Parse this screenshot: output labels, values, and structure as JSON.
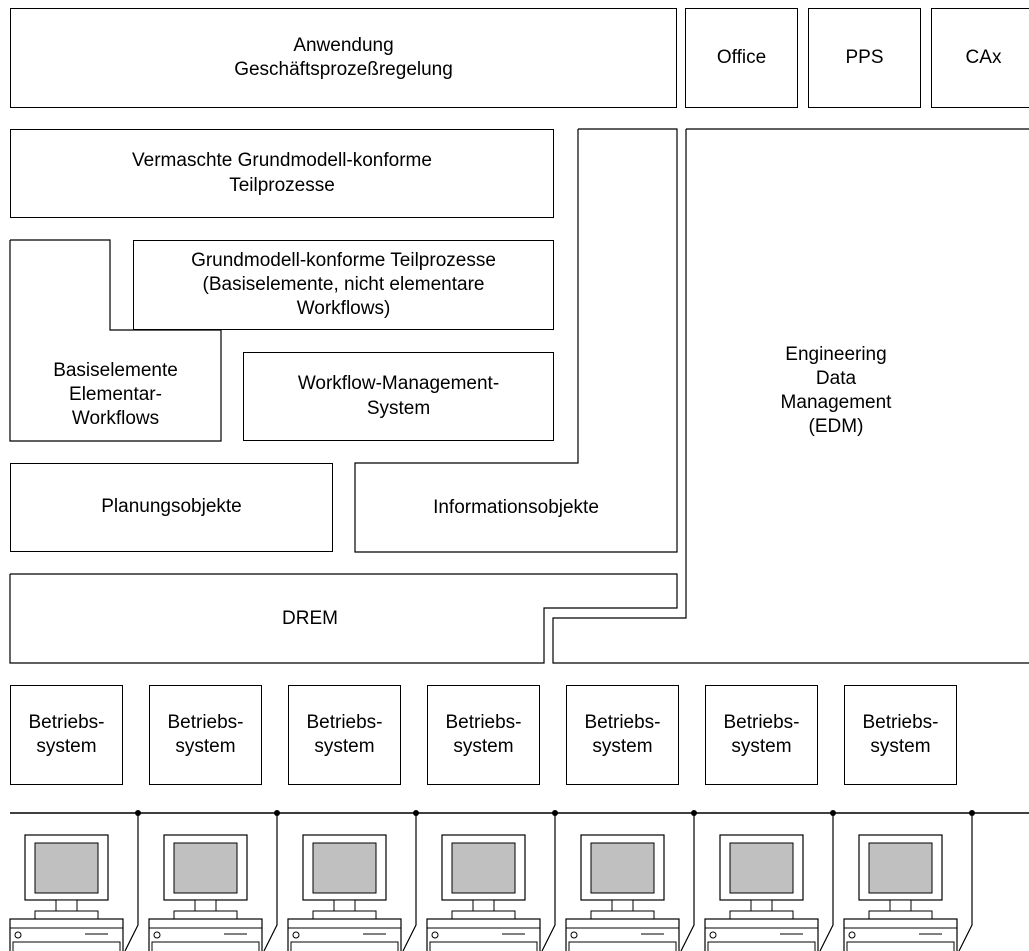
{
  "top_row": {
    "application": "Anwendung\nGeschäftsprozeßregelung",
    "office": "Office",
    "pps": "PPS",
    "cax": "CAx"
  },
  "layers": {
    "meshed_subprocesses": "Vermaschte Grundmodell-konforme\nTeilprozesse",
    "subprocesses": "Grundmodell-konforme Teilprozesse\n(Basiselemente, nicht elementare\nWorkflows)",
    "base_elements": "Basiselemente\nElementar-\nWorkflows",
    "workflow_management": "Workflow-Management-\nSystem",
    "planning_objects": "Planungsobjekte",
    "information_objects": "Informationsobjekte",
    "edm": "Engineering\nData\nManagement\n(EDM)",
    "drem": "DREM"
  },
  "operating_systems": [
    "Betriebs-\nsystem",
    "Betriebs-\nsystem",
    "Betriebs-\nsystem",
    "Betriebs-\nsystem",
    "Betriebs-\nsystem",
    "Betriebs-\nsystem",
    "Betriebs-\nsystem"
  ],
  "computer_icon": "computer-icon",
  "colors": {
    "line": "#000000",
    "screen": "#c0c0c0",
    "background": "#ffffff"
  }
}
